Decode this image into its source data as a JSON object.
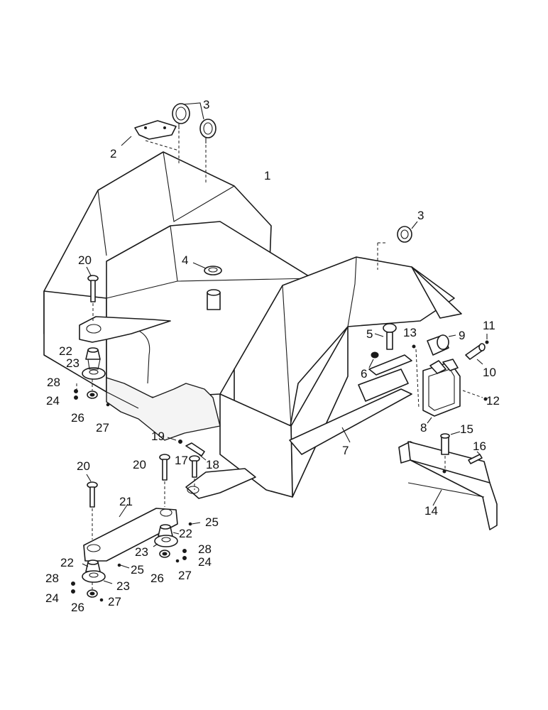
{
  "callouts": [
    {
      "id": "c1",
      "text": "1"
    },
    {
      "id": "c2",
      "text": "2"
    },
    {
      "id": "c3a",
      "text": "3"
    },
    {
      "id": "c3b",
      "text": "3"
    },
    {
      "id": "c4",
      "text": "4"
    },
    {
      "id": "c5",
      "text": "5"
    },
    {
      "id": "c6",
      "text": "6"
    },
    {
      "id": "c7",
      "text": "7"
    },
    {
      "id": "c8",
      "text": "8"
    },
    {
      "id": "c9",
      "text": "9"
    },
    {
      "id": "c10",
      "text": "10"
    },
    {
      "id": "c11",
      "text": "11"
    },
    {
      "id": "c12",
      "text": "12"
    },
    {
      "id": "c13",
      "text": "13"
    },
    {
      "id": "c14",
      "text": "14"
    },
    {
      "id": "c15",
      "text": "15"
    },
    {
      "id": "c16",
      "text": "16"
    },
    {
      "id": "c17",
      "text": "17"
    },
    {
      "id": "c18",
      "text": "18"
    },
    {
      "id": "c19",
      "text": "19"
    },
    {
      "id": "c20a",
      "text": "20"
    },
    {
      "id": "c20b",
      "text": "20"
    },
    {
      "id": "c20c",
      "text": "20"
    },
    {
      "id": "c21",
      "text": "21"
    },
    {
      "id": "c22a",
      "text": "22"
    },
    {
      "id": "c22b",
      "text": "22"
    },
    {
      "id": "c22c",
      "text": "22"
    },
    {
      "id": "c23a",
      "text": "23"
    },
    {
      "id": "c23b",
      "text": "23"
    },
    {
      "id": "c23c",
      "text": "23"
    },
    {
      "id": "c24a",
      "text": "24"
    },
    {
      "id": "c24b",
      "text": "24"
    },
    {
      "id": "c24c",
      "text": "24"
    },
    {
      "id": "c25a",
      "text": "25"
    },
    {
      "id": "c25b",
      "text": "25"
    },
    {
      "id": "c26a",
      "text": "26"
    },
    {
      "id": "c26b",
      "text": "26"
    },
    {
      "id": "c26c",
      "text": "26"
    },
    {
      "id": "c27a",
      "text": "27"
    },
    {
      "id": "c27b",
      "text": "27"
    },
    {
      "id": "c27c",
      "text": "27"
    },
    {
      "id": "c28a",
      "text": "28"
    },
    {
      "id": "c28b",
      "text": "28"
    },
    {
      "id": "c28c",
      "text": "28"
    }
  ]
}
